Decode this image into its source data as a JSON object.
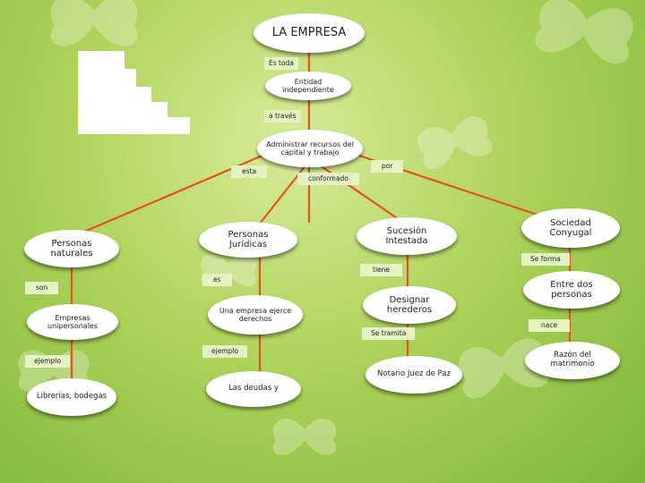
{
  "diagram": {
    "nodes": {
      "empresa": "LA EMPRESA",
      "entidad": "Entidad independiente",
      "administrar": "Administrar recursos del capital y trabajo",
      "naturales": "Personas naturales",
      "juridicas": "Personas Jurídicas",
      "sucesion": "Sucesión Intestada",
      "sociedad": "Sociedad Conyugal",
      "empresas_uni": "Empresas unipersonales",
      "una_empresa": "Una empresa ejerce derechos",
      "designar": "Designar herederos",
      "entre_dos": "Entre dos personas",
      "librerias": "Librerías, bodegas",
      "deudas": "Las deudas y",
      "notario": "Notario Juez de Paz",
      "razon": "Razón del matrimonio"
    },
    "labels": {
      "es_toda": "Es toda",
      "a_traves": "a través",
      "esta": "esta",
      "conformado": "conformado",
      "por": "por",
      "tiene": "tiene",
      "se_forma": "Se forma",
      "son": "son",
      "es": "es",
      "se_tramita": "Se tramita",
      "nace": "nace",
      "ejemplo1": "ejemplo",
      "ejemplo2": "ejemplo"
    }
  },
  "colors": {
    "connector": "#e8501e",
    "node_fill": "#ffffff",
    "label_fill": "#e4f3c2",
    "background": "#aed35a"
  }
}
